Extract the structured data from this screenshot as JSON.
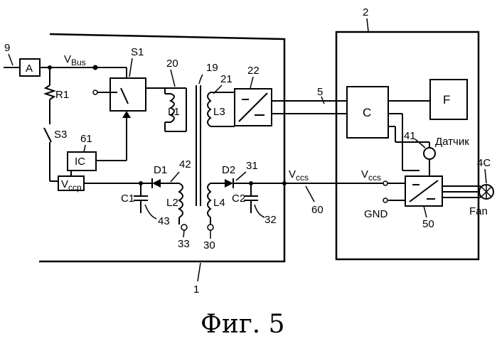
{
  "caption": "Фиг. 5",
  "blocks": {
    "A": "A",
    "IC": "IC",
    "C": "C",
    "F": "F"
  },
  "signals": {
    "vbus": "V",
    "vbus_sub": "Bus",
    "vccp": "V",
    "vccp_sub": "ccp",
    "vccs": "V",
    "vccs_sub": "ccs",
    "vccs2": "V",
    "vccs2_sub": "ccs",
    "gnd": "GND"
  },
  "components": {
    "S1": "S1",
    "S3": "S3",
    "R1": "R1",
    "L1": "L1",
    "L2": "L2",
    "L3": "L3",
    "L4": "L4",
    "C1": "C1",
    "C2": "C2",
    "D1": "D1",
    "D2": "D2"
  },
  "refs": {
    "r9": "9",
    "r2": "2",
    "r1": "1",
    "r19": "19",
    "r20": "20",
    "r21": "21",
    "r22": "22",
    "r5": "5",
    "r61": "61",
    "r42": "42",
    "r43": "43",
    "r33": "33",
    "r30": "30",
    "r31": "31",
    "r32": "32",
    "r60": "60",
    "r41": "41",
    "r50": "50",
    "r4C": "4C"
  },
  "sensor_label": "Датчик",
  "fan_label": "Fan"
}
